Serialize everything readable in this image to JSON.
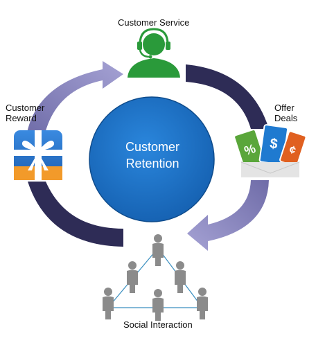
{
  "center": {
    "line1": "Customer",
    "line2": "Retention"
  },
  "nodes": {
    "top": {
      "label": "Customer Service",
      "icon": "headset-user-icon"
    },
    "right": {
      "label_line1": "Offer",
      "label_line2": "Deals",
      "icon": "coupons-envelope-icon",
      "coupon_symbols": [
        "%",
        "$",
        "¢"
      ]
    },
    "bottom": {
      "label": "Social Interaction",
      "icon": "social-network-icon"
    },
    "left": {
      "label_line1": "Customer",
      "label_line2": "Reward",
      "icon": "gift-box-icon"
    }
  },
  "colors": {
    "circle": "#1a6fc4",
    "arrow_light": "#8a87c0",
    "arrow_dark": "#2e2c56",
    "headset": "#2a9a3a",
    "gift": "#2a72c8",
    "coupon_green": "#5aa63a",
    "coupon_blue": "#1f7ad0",
    "coupon_orange": "#e06020",
    "person": "#8b8b8b",
    "network_line": "#3a8fc0"
  }
}
